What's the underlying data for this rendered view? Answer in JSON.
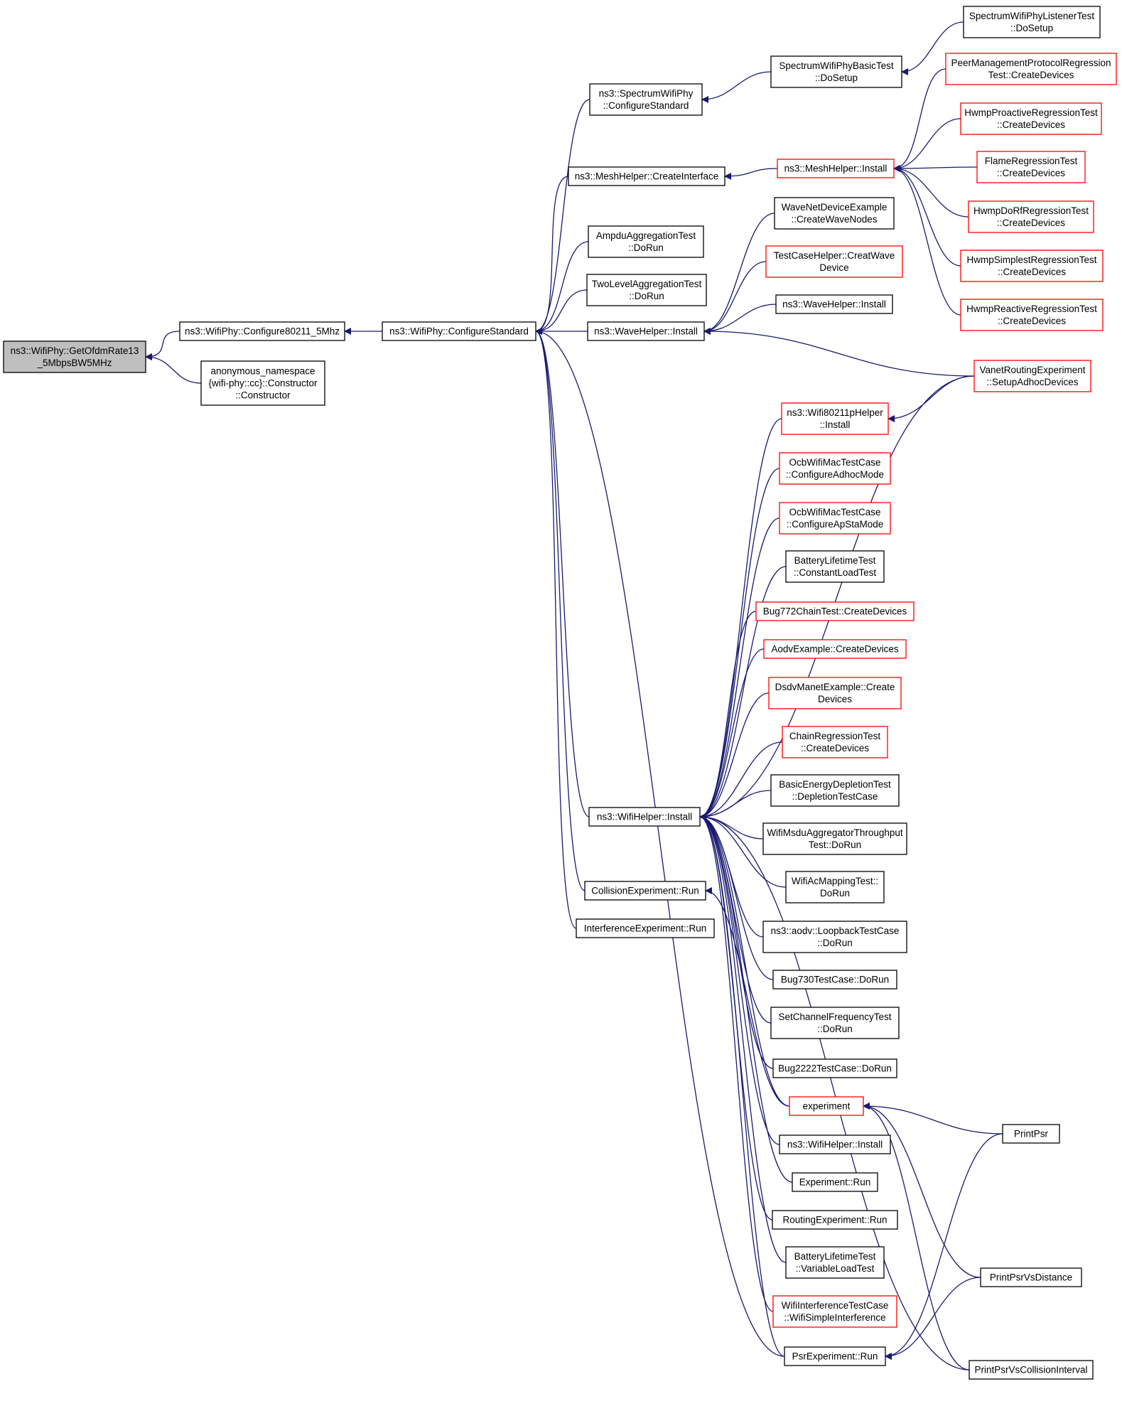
{
  "colors": {
    "edge": "#191970",
    "node_border_default": "#000000",
    "node_border_truncated": "#ff0000",
    "root_fill": "#bfbfbf",
    "node_fill": "#ffffff"
  },
  "nodes": [
    {
      "id": "root",
      "lines": [
        "ns3::WifiPhy::GetOfdmRate13",
        "_5MbpsBW5MHz"
      ],
      "style": "root"
    },
    {
      "id": "cfg5",
      "lines": [
        "ns3::WifiPhy::Configure80211_5Mhz"
      ],
      "style": "normal"
    },
    {
      "id": "anon",
      "lines": [
        "anonymous_namespace",
        "{wifi-phy::cc}::Constructor",
        "::Constructor"
      ],
      "style": "normal"
    },
    {
      "id": "cfgStd",
      "lines": [
        "ns3::WifiPhy::ConfigureStandard"
      ],
      "style": "normal"
    },
    {
      "id": "specCfg",
      "lines": [
        "ns3::SpectrumWifiPhy",
        "::ConfigureStandard"
      ],
      "style": "normal"
    },
    {
      "id": "meshCI",
      "lines": [
        "ns3::MeshHelper::CreateInterface"
      ],
      "style": "normal"
    },
    {
      "id": "ampdu",
      "lines": [
        "AmpduAggregationTest",
        "::DoRun"
      ],
      "style": "normal"
    },
    {
      "id": "twolevel",
      "lines": [
        "TwoLevelAggregationTest",
        "::DoRun"
      ],
      "style": "normal"
    },
    {
      "id": "waveInst",
      "lines": [
        "ns3::WaveHelper::Install"
      ],
      "style": "normal"
    },
    {
      "id": "wifiInst",
      "lines": [
        "ns3::WifiHelper::Install"
      ],
      "style": "normal"
    },
    {
      "id": "collision",
      "lines": [
        "CollisionExperiment::Run"
      ],
      "style": "normal"
    },
    {
      "id": "interf",
      "lines": [
        "InterferenceExperiment::Run"
      ],
      "style": "normal"
    },
    {
      "id": "specBasic",
      "lines": [
        "SpectrumWifiPhyBasicTest",
        "::DoSetup"
      ],
      "style": "normal"
    },
    {
      "id": "specListener",
      "lines": [
        "SpectrumWifiPhyListenerTest",
        "::DoSetup"
      ],
      "style": "normal"
    },
    {
      "id": "meshInst",
      "lines": [
        "ns3::MeshHelper::Install"
      ],
      "style": "red"
    },
    {
      "id": "peer",
      "lines": [
        "PeerManagementProtocolRegression",
        "Test::CreateDevices"
      ],
      "style": "red"
    },
    {
      "id": "hwmpPro",
      "lines": [
        "HwmpProactiveRegressionTest",
        "::CreateDevices"
      ],
      "style": "red"
    },
    {
      "id": "flame",
      "lines": [
        "FlameRegressionTest",
        "::CreateDevices"
      ],
      "style": "red"
    },
    {
      "id": "hwmpDo",
      "lines": [
        "HwmpDoRfRegressionTest",
        "::CreateDevices"
      ],
      "style": "red"
    },
    {
      "id": "hwmpSimp",
      "lines": [
        "HwmpSimplestRegressionTest",
        "::CreateDevices"
      ],
      "style": "red"
    },
    {
      "id": "hwmpReac",
      "lines": [
        "HwmpReactiveRegressionTest",
        "::CreateDevices"
      ],
      "style": "red"
    },
    {
      "id": "waveNet",
      "lines": [
        "WaveNetDeviceExample",
        "::CreateWaveNodes"
      ],
      "style": "normal"
    },
    {
      "id": "testCase",
      "lines": [
        "TestCaseHelper::CreatWave",
        "Device"
      ],
      "style": "red"
    },
    {
      "id": "waveInst2",
      "lines": [
        "ns3::WaveHelper::Install"
      ],
      "style": "normal"
    },
    {
      "id": "vanet",
      "lines": [
        "VanetRoutingExperiment",
        "::SetupAdhocDevices"
      ],
      "style": "red"
    },
    {
      "id": "w80211p",
      "lines": [
        "ns3::Wifi80211pHelper",
        "::Install"
      ],
      "style": "red"
    },
    {
      "id": "ocbAdhoc",
      "lines": [
        "OcbWifiMacTestCase",
        "::ConfigureAdhocMode"
      ],
      "style": "red"
    },
    {
      "id": "ocbAp",
      "lines": [
        "OcbWifiMacTestCase",
        "::ConfigureApStaMode"
      ],
      "style": "red"
    },
    {
      "id": "battConst",
      "lines": [
        "BatteryLifetimeTest",
        "::ConstantLoadTest"
      ],
      "style": "normal"
    },
    {
      "id": "bug772",
      "lines": [
        "Bug772ChainTest::CreateDevices"
      ],
      "style": "red"
    },
    {
      "id": "aodvEx",
      "lines": [
        "AodvExample::CreateDevices"
      ],
      "style": "red"
    },
    {
      "id": "dsdv",
      "lines": [
        "DsdvManetExample::Create",
        "Devices"
      ],
      "style": "red"
    },
    {
      "id": "chainReg",
      "lines": [
        "ChainRegressionTest",
        "::CreateDevices"
      ],
      "style": "red"
    },
    {
      "id": "basicEnergy",
      "lines": [
        "BasicEnergyDepletionTest",
        "::DepletionTestCase"
      ],
      "style": "normal"
    },
    {
      "id": "msdu",
      "lines": [
        "WifiMsduAggregatorThroughput",
        "Test::DoRun"
      ],
      "style": "normal"
    },
    {
      "id": "acMap",
      "lines": [
        "WifiAcMappingTest::",
        "DoRun"
      ],
      "style": "normal"
    },
    {
      "id": "aodvLoop",
      "lines": [
        "ns3::aodv::LoopbackTestCase",
        "::DoRun"
      ],
      "style": "normal"
    },
    {
      "id": "bug730",
      "lines": [
        "Bug730TestCase::DoRun"
      ],
      "style": "normal"
    },
    {
      "id": "setChan",
      "lines": [
        "SetChannelFrequencyTest",
        "::DoRun"
      ],
      "style": "normal"
    },
    {
      "id": "bug2222",
      "lines": [
        "Bug2222TestCase::DoRun"
      ],
      "style": "normal"
    },
    {
      "id": "experiment",
      "lines": [
        "experiment"
      ],
      "style": "red"
    },
    {
      "id": "wifiInst2",
      "lines": [
        "ns3::WifiHelper::Install"
      ],
      "style": "normal"
    },
    {
      "id": "expRun",
      "lines": [
        "Experiment::Run"
      ],
      "style": "normal"
    },
    {
      "id": "routingExp",
      "lines": [
        "RoutingExperiment::Run"
      ],
      "style": "normal"
    },
    {
      "id": "battVar",
      "lines": [
        "BatteryLifetimeTest",
        "::VariableLoadTest"
      ],
      "style": "normal"
    },
    {
      "id": "wifiInterf",
      "lines": [
        "WifiInterferenceTestCase",
        "::WifiSimpleInterference"
      ],
      "style": "red"
    },
    {
      "id": "psrExp",
      "lines": [
        "PsrExperiment::Run"
      ],
      "style": "normal"
    },
    {
      "id": "printPsr",
      "lines": [
        "PrintPsr"
      ],
      "style": "normal"
    },
    {
      "id": "printPsrDist",
      "lines": [
        "PrintPsrVsDistance"
      ],
      "style": "normal"
    },
    {
      "id": "printPsrColl",
      "lines": [
        "PrintPsrVsCollisionInterval"
      ],
      "style": "normal"
    }
  ],
  "edges": [
    [
      "cfg5",
      "root"
    ],
    [
      "anon",
      "root"
    ],
    [
      "cfgStd",
      "cfg5"
    ],
    [
      "specCfg",
      "cfgStd"
    ],
    [
      "meshCI",
      "cfgStd"
    ],
    [
      "ampdu",
      "cfgStd"
    ],
    [
      "twolevel",
      "cfgStd"
    ],
    [
      "waveInst",
      "cfgStd"
    ],
    [
      "wifiInst",
      "cfgStd"
    ],
    [
      "collision",
      "cfgStd"
    ],
    [
      "interf",
      "cfgStd"
    ],
    [
      "psrExp",
      "cfgStd"
    ],
    [
      "specBasic",
      "specCfg"
    ],
    [
      "specListener",
      "specBasic"
    ],
    [
      "meshInst",
      "meshCI"
    ],
    [
      "peer",
      "meshInst"
    ],
    [
      "hwmpPro",
      "meshInst"
    ],
    [
      "flame",
      "meshInst"
    ],
    [
      "hwmpDo",
      "meshInst"
    ],
    [
      "hwmpSimp",
      "meshInst"
    ],
    [
      "hwmpReac",
      "meshInst"
    ],
    [
      "waveNet",
      "waveInst"
    ],
    [
      "testCase",
      "waveInst"
    ],
    [
      "waveInst2",
      "waveInst"
    ],
    [
      "vanet",
      "waveInst"
    ],
    [
      "vanet",
      "w80211p"
    ],
    [
      "vanet",
      "wifiInst"
    ],
    [
      "w80211p",
      "wifiInst"
    ],
    [
      "ocbAdhoc",
      "wifiInst"
    ],
    [
      "ocbAp",
      "wifiInst"
    ],
    [
      "battConst",
      "wifiInst"
    ],
    [
      "bug772",
      "wifiInst"
    ],
    [
      "aodvEx",
      "wifiInst"
    ],
    [
      "dsdv",
      "wifiInst"
    ],
    [
      "chainReg",
      "wifiInst"
    ],
    [
      "basicEnergy",
      "wifiInst"
    ],
    [
      "msdu",
      "wifiInst"
    ],
    [
      "acMap",
      "wifiInst"
    ],
    [
      "aodvLoop",
      "wifiInst"
    ],
    [
      "bug730",
      "wifiInst"
    ],
    [
      "setChan",
      "wifiInst"
    ],
    [
      "bug2222",
      "wifiInst"
    ],
    [
      "experiment",
      "wifiInst"
    ],
    [
      "wifiInst2",
      "wifiInst"
    ],
    [
      "expRun",
      "wifiInst"
    ],
    [
      "routingExp",
      "wifiInst"
    ],
    [
      "battVar",
      "wifiInst"
    ],
    [
      "wifiInterf",
      "wifiInst"
    ],
    [
      "psrExp",
      "wifiInst"
    ],
    [
      "printPsrColl",
      "wifiInst"
    ],
    [
      "experiment",
      "collision"
    ],
    [
      "printPsr",
      "experiment"
    ],
    [
      "printPsrDist",
      "experiment"
    ],
    [
      "printPsrColl",
      "experiment"
    ],
    [
      "printPsr",
      "psrExp"
    ],
    [
      "printPsrDist",
      "psrExp"
    ]
  ]
}
